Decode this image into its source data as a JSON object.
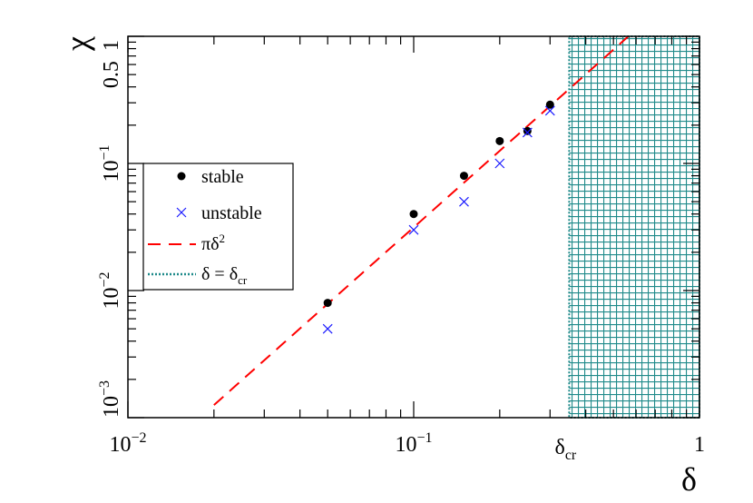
{
  "chart_data": {
    "type": "scatter",
    "xlabel": "δ",
    "ylabel": "χ",
    "x_scale": "log",
    "y_scale": "log",
    "xlim": [
      0.01,
      1
    ],
    "ylim": [
      0.001,
      1
    ],
    "grid": false,
    "legend_placement": "left",
    "x_tick_labels": [
      {
        "value": 0.01,
        "base": "10",
        "exp": "−2"
      },
      {
        "value": 0.1,
        "base": "10",
        "exp": "−1"
      },
      {
        "value": 1,
        "base": "1",
        "exp": ""
      }
    ],
    "x_marker_label": {
      "value": 0.35,
      "base": "δ",
      "sub": "cr"
    },
    "y_tick_labels": [
      {
        "value": 0.001,
        "base": "10",
        "exp": "−3"
      },
      {
        "value": 0.01,
        "base": "10",
        "exp": "−2"
      },
      {
        "value": 0.1,
        "base": "10",
        "exp": "−1"
      },
      {
        "value": 0.5,
        "base": "0.5",
        "exp": ""
      },
      {
        "value": 1,
        "base": "1",
        "exp": ""
      }
    ],
    "series": [
      {
        "name": "stable",
        "marker": "dot",
        "color": "#000000",
        "points": [
          [
            0.05,
            0.008
          ],
          [
            0.1,
            0.04
          ],
          [
            0.15,
            0.08
          ],
          [
            0.2,
            0.15
          ],
          [
            0.25,
            0.18
          ],
          [
            0.3,
            0.29
          ]
        ]
      },
      {
        "name": "unstable",
        "marker": "x",
        "color": "#1a1aff",
        "points": [
          [
            0.05,
            0.005
          ],
          [
            0.1,
            0.03
          ],
          [
            0.15,
            0.05
          ],
          [
            0.2,
            0.1
          ],
          [
            0.25,
            0.175
          ],
          [
            0.3,
            0.26
          ]
        ]
      },
      {
        "name": "πδ²",
        "type": "line",
        "style": "dashed",
        "color": "#ff0000",
        "formula": "π·δ²",
        "x_range": [
          0.02,
          0.6
        ]
      },
      {
        "name": "δ = δ_cr",
        "type": "hatched-region",
        "color": "#1f8a8a",
        "x_range": [
          0.35,
          1
        ]
      }
    ]
  },
  "legend": {
    "items": [
      {
        "label": "stable"
      },
      {
        "label": "unstable"
      },
      {
        "label_main": "πδ",
        "label_sup": "2"
      },
      {
        "label_main": "δ = δ",
        "label_sub": "cr"
      }
    ]
  }
}
